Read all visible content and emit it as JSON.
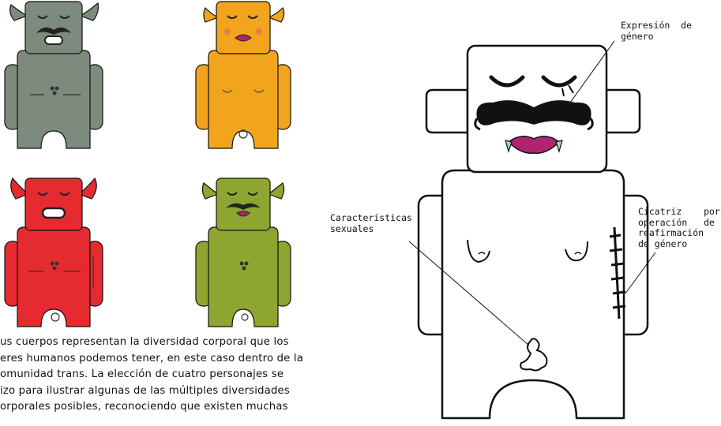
{
  "annotations": {
    "gender_expression": [
      "Expresión  de",
      "género"
    ],
    "sexual_characteristics": [
      "Características",
      "sexuales"
    ],
    "scar": [
      "Cicatriz    por",
      "operación   de",
      "reafirmación",
      "de género"
    ]
  },
  "paragraph": [
    "us cuerpos representan la diversidad corporal que los",
    "eres humanos podemos tener, en este caso dentro de la",
    "omunidad trans. La elección de cuatro personajes se",
    "izo para ilustrar algunas de las múltiples diversidades",
    "orporales posibles, reconociendo que existen muchas"
  ],
  "colors": {
    "character_gray": "#7d8a7e",
    "character_orange": "#f2a51c",
    "character_red": "#e52b2f",
    "character_green": "#8fa531",
    "outline": "#111111",
    "lips": "#b0246e",
    "fangs": "#9ad6cf"
  }
}
